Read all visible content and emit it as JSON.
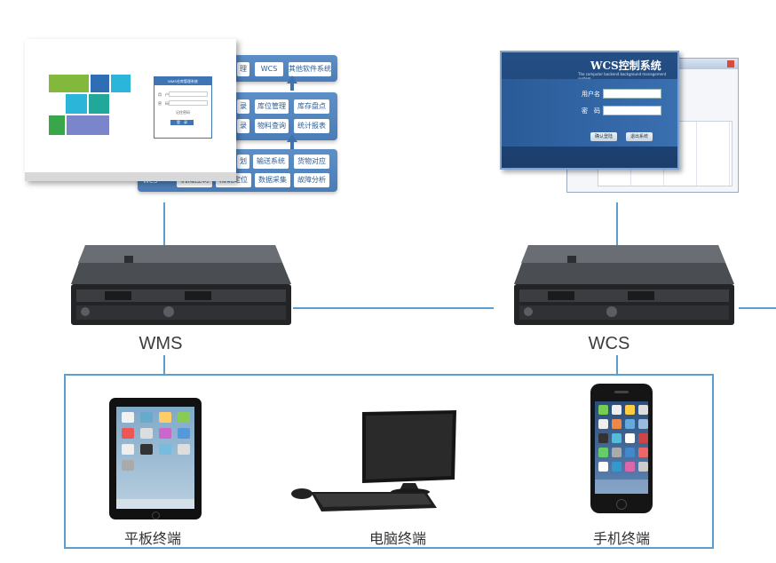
{
  "wms_module_diagram": {
    "top_row": [
      "WCS",
      "其他软件系统"
    ],
    "top_row_partial": [
      "理"
    ],
    "middle_row": [
      "库位管理",
      "库存盘点",
      "物料查询",
      "统计报表"
    ],
    "middle_row_partial": [
      "录"
    ],
    "bottom_row": [
      "输送系统",
      "货物对应",
      "机械控制",
      "精确定位",
      "数据采集",
      "故障分析"
    ],
    "bottom_row_partial": [
      "划"
    ],
    "side_label": "WCS"
  },
  "wms_login": {
    "header": "WMS仓库管理系统",
    "user_label": "用　户",
    "password_label": "密　码",
    "remember": "记住密码",
    "button": "登　录"
  },
  "wcs_login": {
    "title": "WCS控制系统",
    "subtitle": "The computer backend background management system",
    "username_label": "用户名",
    "password_label": "密　码",
    "confirm_button": "确认登陆",
    "cancel_button": "退出系统"
  },
  "servers": {
    "left_label": "WMS",
    "right_label": "WCS"
  },
  "terminals": [
    {
      "label": "平板终端"
    },
    {
      "label": "电脑终端"
    },
    {
      "label": "手机终端"
    }
  ],
  "colors": {
    "connector": "#5b9ed1",
    "module_blue": "#4a7db8",
    "wcs_window": "#1b3e6c"
  }
}
